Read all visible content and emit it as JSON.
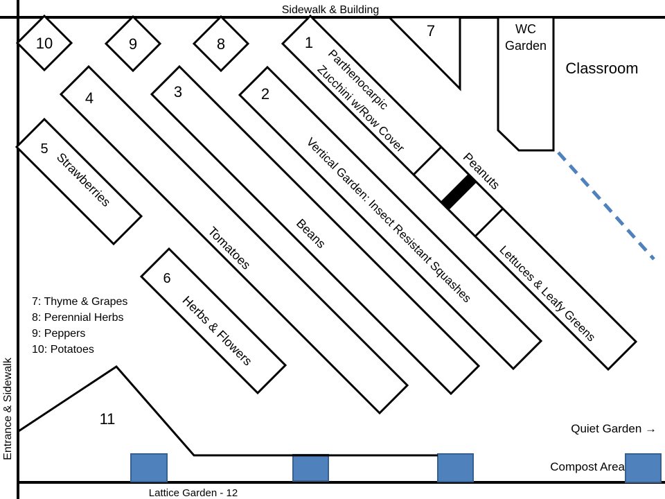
{
  "map": {
    "border": {
      "top_label": "Sidewalk & Building",
      "left_label": "Entrance & Sidewalk",
      "bottom_label": "Lattice Garden - 12"
    },
    "diamonds": [
      {
        "number": "10"
      },
      {
        "number": "9"
      },
      {
        "number": "8"
      }
    ],
    "beds": {
      "bed1": {
        "number": "1",
        "name_line1": "Parthenocarpic",
        "name_line2": "Zucchini w/Row Cover"
      },
      "bed2": {
        "number": "2",
        "name": "Vertical Garden: Insect Resistant Squashes"
      },
      "bed3": {
        "number": "3",
        "name": "Beans"
      },
      "bed4": {
        "number": "4",
        "name": "Tomatoes"
      },
      "bed5": {
        "number": "5",
        "name": "Strawberries"
      },
      "bed6": {
        "number": "6",
        "name": "Herbs & Flowers"
      },
      "bed7": {
        "number": "7"
      },
      "bed11": {
        "number": "11"
      },
      "peanuts": {
        "name": "Peanuts"
      },
      "lettuces": {
        "name": "Lettuces & Leafy Greens"
      }
    },
    "areas": {
      "wc_line1": "WC",
      "wc_line2": "Garden",
      "classroom": "Classroom",
      "quiet_garden": "Quiet Garden →",
      "compost": "Compost Area"
    },
    "legend": {
      "items": [
        "7: Thyme & Grapes",
        "8: Perennial Herbs",
        "9: Peppers",
        "10: Potatoes"
      ]
    },
    "colors": {
      "ink": "#000000",
      "bed_fill": "#ffffff",
      "accent_blue": "#4f81bd",
      "accent_blue_dark": "#36618e"
    }
  }
}
